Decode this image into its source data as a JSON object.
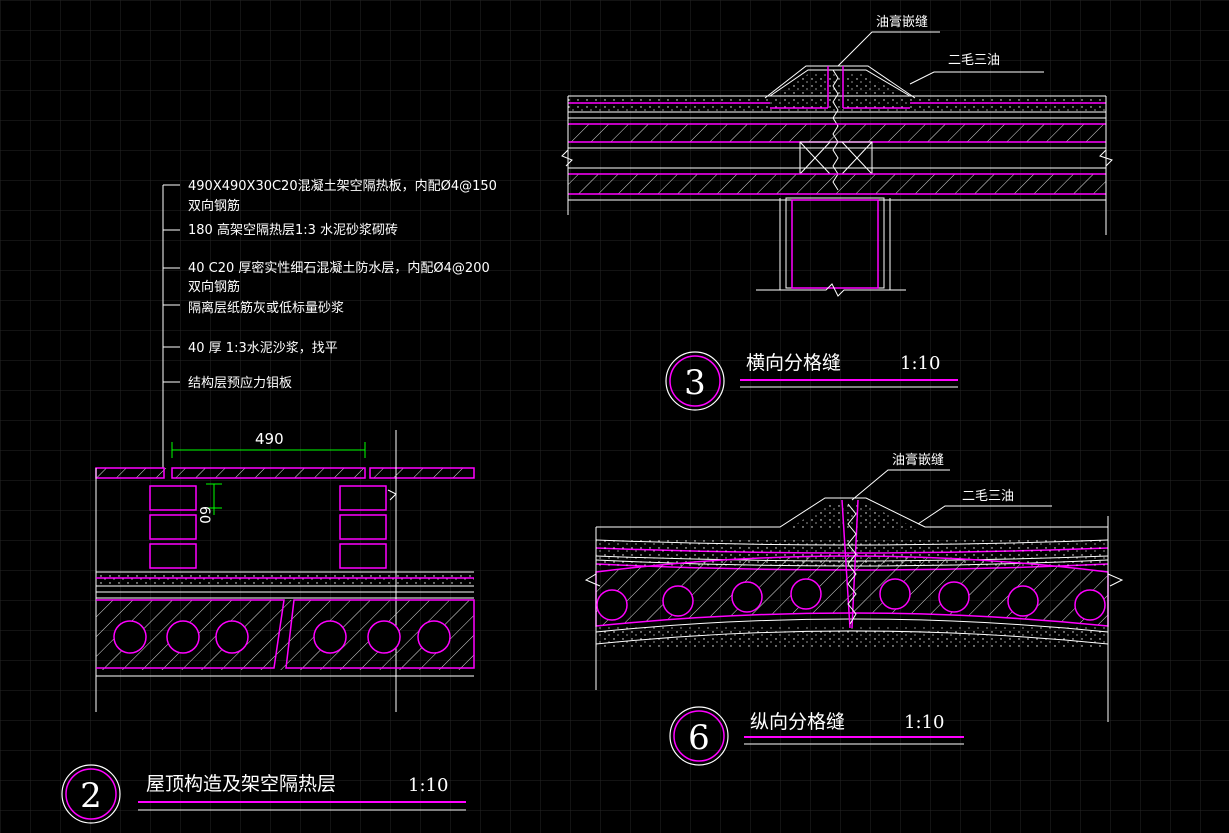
{
  "colors": {
    "background": "#000000",
    "grid": "#2a2a2a",
    "line": "#ffffff",
    "magenta": "#ff00ff",
    "dimension": "#00ff00"
  },
  "detail2": {
    "number": "2",
    "title": "屋顶构造及架空隔热层",
    "scale": "1:10",
    "dim_width": "490",
    "dim_height": "60",
    "notes": [
      "490X490X30C20混凝土架空隔热板，内配Ø4@150",
      "双向钢筋",
      "180 高架空隔热层1:3 水泥砂浆砌砖",
      "40 C20 厚密实性细石混凝土防水层，内配Ø4@200",
      "双向钢筋",
      "隔离层纸筋灰或低标量砂浆",
      "40 厚 1:3水泥沙浆，找平",
      "结构层预应力钼板"
    ]
  },
  "detail3": {
    "number": "3",
    "title": "横向分格缝",
    "scale": "1:10",
    "label_top": "油膏嵌缝",
    "label_side": "二毛三油"
  },
  "detail6": {
    "number": "6",
    "title": "纵向分格缝",
    "scale": "1:10",
    "label_top": "油膏嵌缝",
    "label_side": "二毛三油"
  }
}
